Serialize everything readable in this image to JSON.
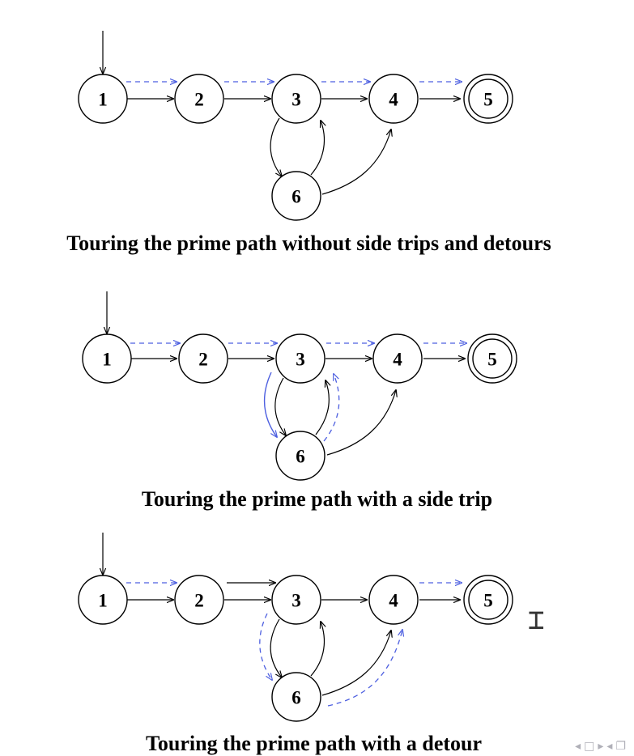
{
  "diagrams": [
    {
      "caption": "Touring the prime path without side trips and detours",
      "nodes": [
        "1",
        "2",
        "3",
        "4",
        "5",
        "6"
      ]
    },
    {
      "caption": "Touring the prime path with a side trip",
      "nodes": [
        "1",
        "2",
        "3",
        "4",
        "5",
        "6"
      ]
    },
    {
      "caption": "Touring the prime path with a detour",
      "nodes": [
        "1",
        "2",
        "3",
        "4",
        "5",
        "6"
      ]
    }
  ],
  "colors": {
    "tour": "#4d5fe0",
    "edge": "#000000",
    "nav": "#b0b0b8"
  },
  "icons": {
    "cursor": "text-cursor-icon",
    "nav": "slide-navigation-icon"
  }
}
